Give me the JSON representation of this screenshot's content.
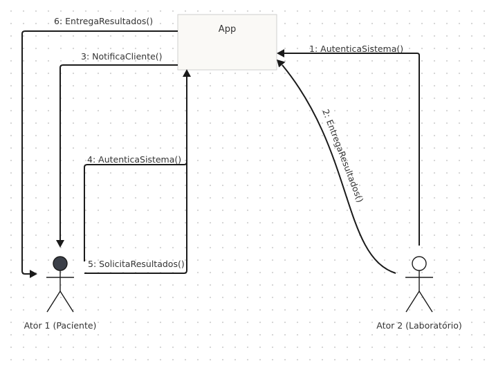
{
  "app": {
    "title": "App"
  },
  "actors": {
    "paciente": {
      "label": "Ator 1 (Paciente)"
    },
    "laboratorio": {
      "label": "Ator 2 (Laboratório)"
    }
  },
  "messages": {
    "m1": "1: AutenticaSistema()",
    "m2": "2: EntregaResultados()",
    "m3": "3: NotificaCliente()",
    "m4": "4: AutenticaSistema()",
    "m5": "5: SolicitaResultados()",
    "m6": "6: EntregaResultados()"
  },
  "colors": {
    "stroke": "#1a1a1a",
    "app_fill": "#faf9f6",
    "app_border": "#cfcfcf",
    "paciente_head": "#3b3f48",
    "laboratorio_head": "#ffffff"
  }
}
